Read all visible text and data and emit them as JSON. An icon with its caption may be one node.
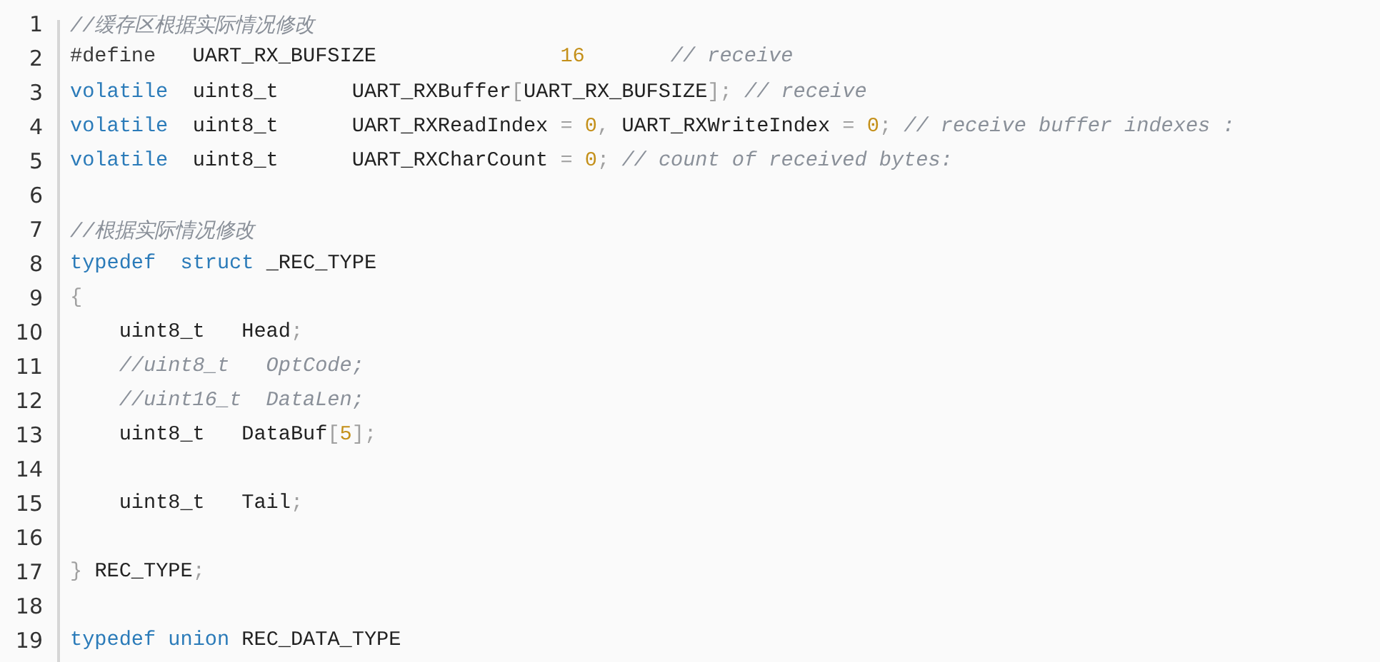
{
  "diagram": {
    "labels": [
      "1",
      "//缓存区根据实际情况修改",
      "2",
      "#define",
      "UART_RX_BUFSIZE",
      "16",
      "// receive",
      "3",
      "volatile  uint8_t      UART_RXBuffer[UART_RX_BUFSIZE]; // receive",
      "4",
      "volatile  uint8_t      UART_RXReadIndex = 0, UART_RXWriteIndex = 0; // receive buffer indexes :",
      "5",
      "volatile  uint8_t      UART_RXCharCount = 0; // count of received bytes:",
      "6",
      "7",
      "//根据实际情况修改",
      "8",
      "typedef  struct _REC_TYPE",
      "9",
      "{",
      "10",
      "    uint8_t   Head;",
      "11",
      "    //uint8_t   OptCode;",
      "12",
      "    //uint16_t  DataLen;",
      "13",
      "    uint8_t   DataBuf[5];",
      "14",
      "15",
      "    uint8_t   Tail;",
      "16",
      "17",
      "} REC_TYPE;",
      "18",
      "19",
      "typedef union REC_DATA_TYPE"
    ]
  }
}
